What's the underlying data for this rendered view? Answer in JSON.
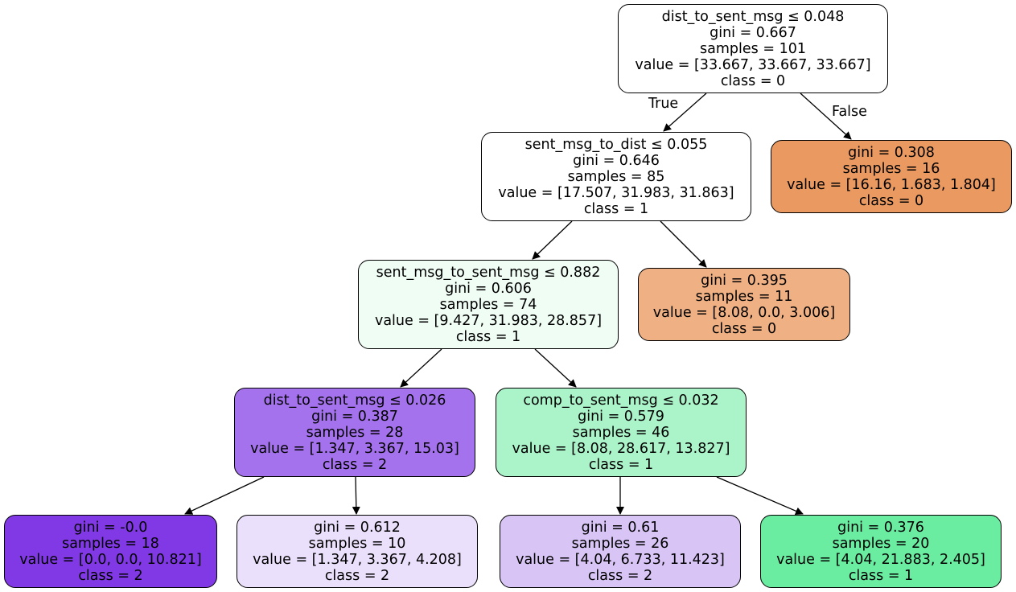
{
  "nodes": {
    "n0": {
      "split": "dist_to_sent_msg ≤ 0.048",
      "gini": "gini = 0.667",
      "samples": "samples = 101",
      "value": "value = [33.667, 33.667, 33.667]",
      "class": "class = 0",
      "fill": "#ffffff"
    },
    "n1": {
      "split": "sent_msg_to_dist ≤ 0.055",
      "gini": "gini = 0.646",
      "samples": "samples = 85",
      "value": "value = [17.507, 31.983, 31.863]",
      "class": "class = 1",
      "fill": "#ffffff"
    },
    "n2": {
      "gini": "gini = 0.308",
      "samples": "samples = 16",
      "value": "value = [16.16, 1.683, 1.804]",
      "class": "class = 0",
      "fill": "#ea9a61"
    },
    "n3": {
      "split": "sent_msg_to_sent_msg ≤ 0.882",
      "gini": "gini = 0.606",
      "samples": "samples = 74",
      "value": "value = [9.427, 31.983, 28.857]",
      "class": "class = 1",
      "fill": "#effdf5"
    },
    "n4": {
      "gini": "gini = 0.395",
      "samples": "samples = 11",
      "value": "value = [8.08, 0.0, 3.006]",
      "class": "class = 0",
      "fill": "#efb083"
    },
    "n5": {
      "split": "dist_to_sent_msg ≤ 0.026",
      "gini": "gini = 0.387",
      "samples": "samples = 28",
      "value": "value = [1.347, 3.367, 15.03]",
      "class": "class = 2",
      "fill": "#a572ed"
    },
    "n6": {
      "split": "comp_to_sent_msg ≤ 0.032",
      "gini": "gini = 0.579",
      "samples": "samples = 46",
      "value": "value = [8.08, 28.617, 13.827]",
      "class": "class = 1",
      "fill": "#abf4ca"
    },
    "n7": {
      "gini": "gini = -0.0",
      "samples": "samples = 18",
      "value": "value = [0.0, 0.0, 10.821]",
      "class": "class = 2",
      "fill": "#8139e5"
    },
    "n8": {
      "gini": "gini = 0.612",
      "samples": "samples = 10",
      "value": "value = [1.347, 3.367, 4.208]",
      "class": "class = 2",
      "fill": "#ebe0fb"
    },
    "n9": {
      "gini": "gini = 0.61",
      "samples": "samples = 26",
      "value": "value = [4.04, 6.733, 11.423]",
      "class": "class = 2",
      "fill": "#d8c5f6"
    },
    "n10": {
      "gini": "gini = 0.376",
      "samples": "samples = 20",
      "value": "value = [4.04, 21.883, 2.405]",
      "class": "class = 1",
      "fill": "#6aeca1"
    }
  },
  "edge_labels": {
    "true": "True",
    "false": "False"
  },
  "edges": [
    [
      "n0",
      "n1"
    ],
    [
      "n0",
      "n2"
    ],
    [
      "n1",
      "n3"
    ],
    [
      "n1",
      "n4"
    ],
    [
      "n3",
      "n5"
    ],
    [
      "n3",
      "n6"
    ],
    [
      "n5",
      "n7"
    ],
    [
      "n5",
      "n8"
    ],
    [
      "n6",
      "n9"
    ],
    [
      "n6",
      "n10"
    ]
  ],
  "colors": {
    "stroke": "#000000"
  }
}
